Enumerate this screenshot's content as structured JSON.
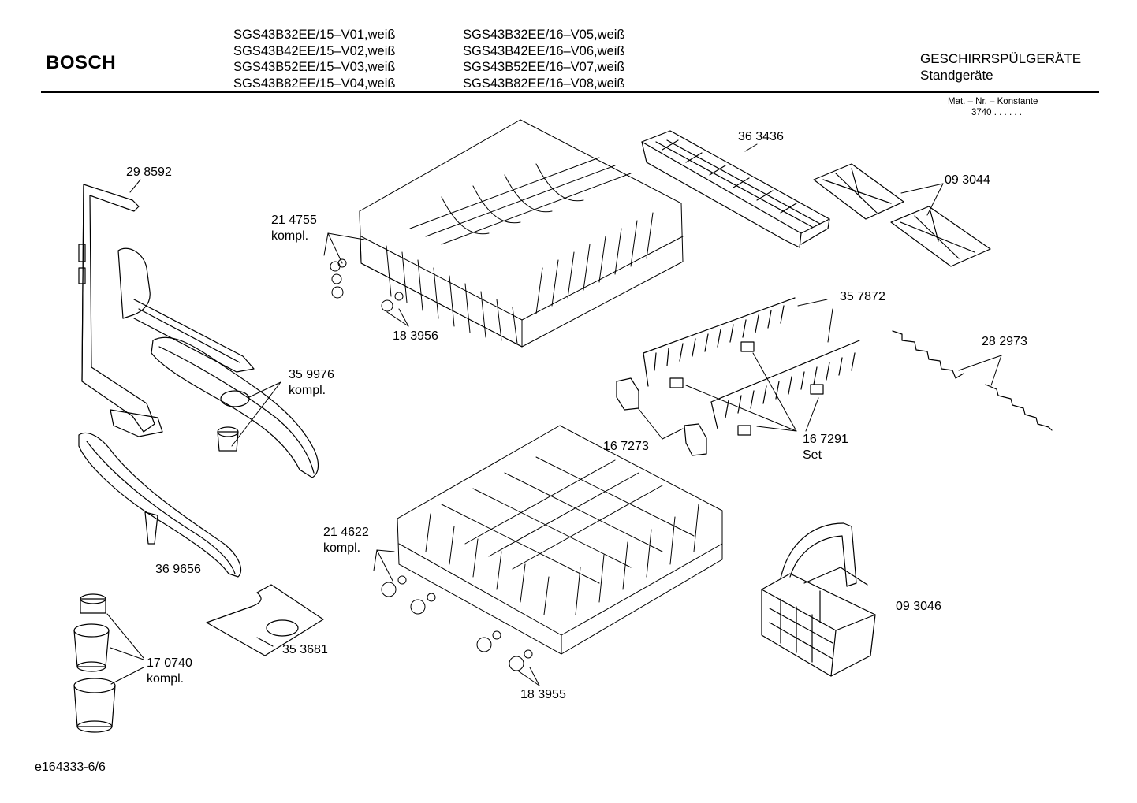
{
  "header": {
    "brand": "BOSCH",
    "models_col1": [
      "SGS43B32EE/15–V01,weiß",
      "SGS43B42EE/15–V02,weiß",
      "SGS43B52EE/15–V03,weiß",
      "SGS43B82EE/15–V04,weiß"
    ],
    "models_col2": [
      "SGS43B32EE/16–V05,weiß",
      "SGS43B42EE/16–V06,weiß",
      "SGS43B52EE/16–V07,weiß",
      "SGS43B82EE/16–V08,weiß"
    ],
    "category": "GESCHIRRSPÜLGERÄTE",
    "subcategory": "Standgeräte",
    "mat_label": "Mat. – Nr. – Konstante",
    "mat_value": "3740  .  .    .  .  .  ."
  },
  "parts": [
    {
      "id": "p298592",
      "number": "29 8592",
      "suffix": ""
    },
    {
      "id": "p214755",
      "number": "21 4755",
      "suffix": "kompl."
    },
    {
      "id": "p183956",
      "number": "18 3956",
      "suffix": ""
    },
    {
      "id": "p363436",
      "number": "36 3436",
      "suffix": ""
    },
    {
      "id": "p093044",
      "number": "09 3044",
      "suffix": ""
    },
    {
      "id": "p357872",
      "number": "35 7872",
      "suffix": ""
    },
    {
      "id": "p282973",
      "number": "28 2973",
      "suffix": ""
    },
    {
      "id": "p359976",
      "number": "35 9976",
      "suffix": "kompl."
    },
    {
      "id": "p167273",
      "number": "16 7273",
      "suffix": ""
    },
    {
      "id": "p167291",
      "number": "16 7291",
      "suffix": "Set"
    },
    {
      "id": "p369656",
      "number": "36 9656",
      "suffix": ""
    },
    {
      "id": "p214622",
      "number": "21 4622",
      "suffix": "kompl."
    },
    {
      "id": "p353681",
      "number": "35 3681",
      "suffix": ""
    },
    {
      "id": "p093046",
      "number": "09 3046",
      "suffix": ""
    },
    {
      "id": "p170740",
      "number": "17 0740",
      "suffix": "kompl."
    },
    {
      "id": "p183955",
      "number": "18 3955",
      "suffix": ""
    }
  ],
  "footer": {
    "drawing_id": "e164333-6/6"
  }
}
